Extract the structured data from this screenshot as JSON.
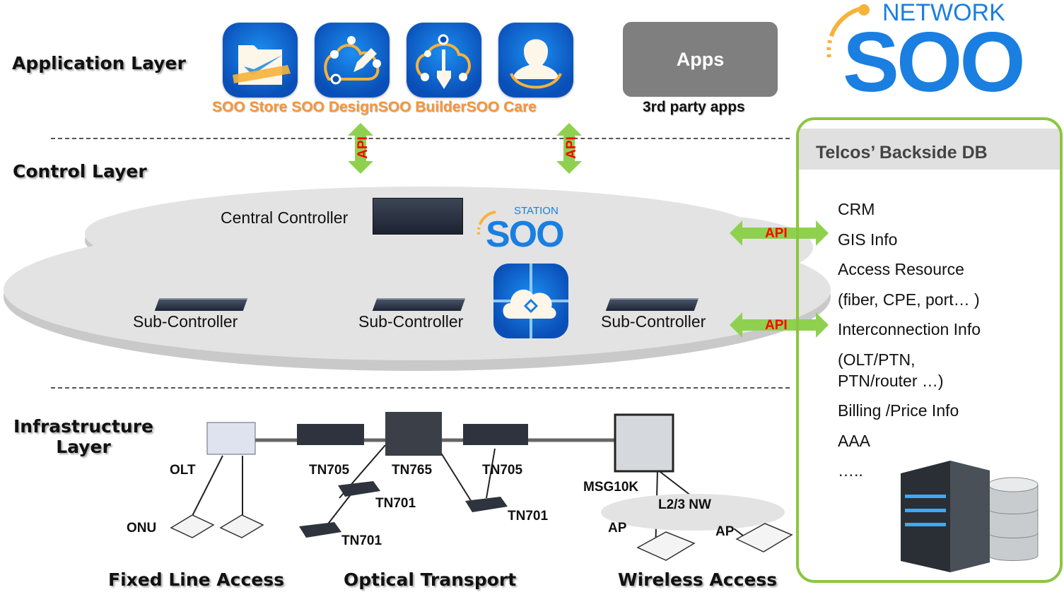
{
  "layers": {
    "application": "Application Layer",
    "control": "Control Layer",
    "infrastructure_line1": "Infrastructure",
    "infrastructure_line2": "Layer"
  },
  "apps": [
    {
      "label": "SOO Store",
      "icon": "folder-check-icon"
    },
    {
      "label": "SOO Design",
      "icon": "cloud-pencil-icon"
    },
    {
      "label": "SOO Builder",
      "icon": "cloud-shovel-icon"
    },
    {
      "label": "SOO Care",
      "icon": "user-icon"
    }
  ],
  "third_party": {
    "button": "Apps",
    "caption": "3rd party apps"
  },
  "logo": {
    "top": "NETWORK",
    "main": "SOO"
  },
  "api_label": "API",
  "control": {
    "central": "Central Controller",
    "station_logo_top": "STATION",
    "station_logo_main": "SOO",
    "sub_controllers": [
      "Sub-Controller",
      "Sub-Controller",
      "Sub-Controller"
    ]
  },
  "backside_db": {
    "title": "Telcos’ Backside DB",
    "items": [
      "CRM",
      "GIS Info",
      "Access Resource",
      "(fiber, CPE, port… )",
      "Interconnection Info",
      "(OLT/PTN,",
      "PTN/router …)",
      "Billing /Price Info",
      "AAA",
      "….."
    ]
  },
  "infrastructure": {
    "devices": {
      "olt": "OLT",
      "onu": "ONU",
      "tn705a": "TN705",
      "tn765": "TN765",
      "tn705b": "TN705",
      "tn701a": "TN701",
      "tn701b": "TN701",
      "tn701c": "TN701",
      "msg": "MSG10K",
      "l23": "L2/3 NW",
      "ap1": "AP",
      "ap2": "AP"
    },
    "sections": [
      "Fixed Line Access",
      "Optical Transport",
      "Wireless Access"
    ]
  },
  "colors": {
    "accent_orange": "#f7953a",
    "soo_blue": "#1a7fe0",
    "arrow_green": "#8fd14f",
    "panel_green": "#8cc63f",
    "api_red": "#ff0000"
  }
}
